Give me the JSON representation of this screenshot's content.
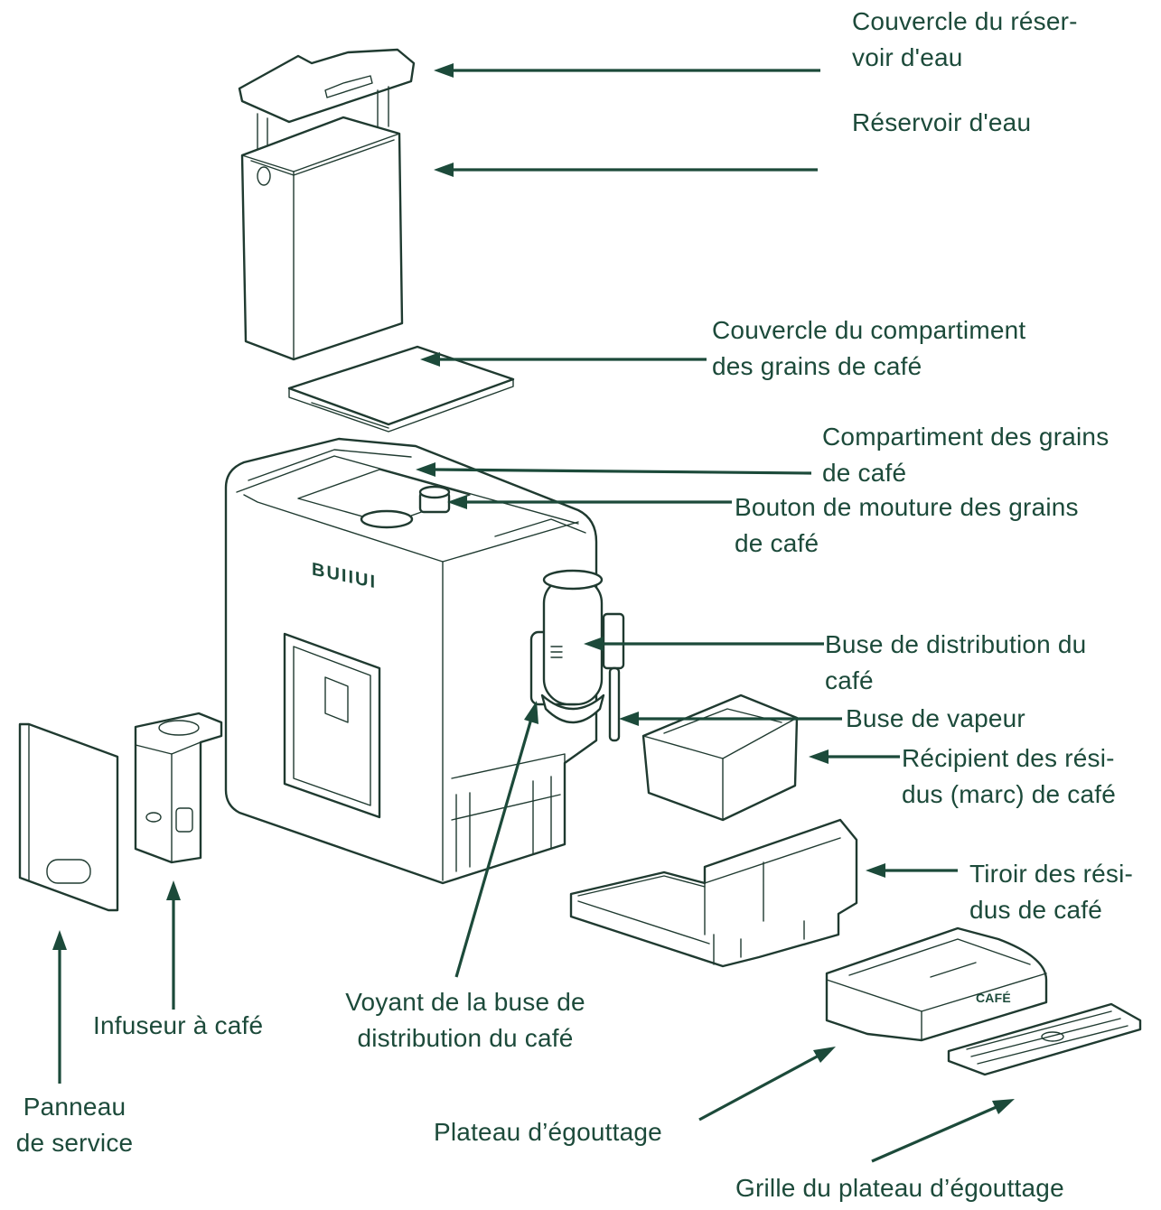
{
  "colors": {
    "text": "#1c4a3a",
    "lines": "#1f3a30",
    "background": "#ffffff"
  },
  "labels": {
    "lid_water_tank": [
      "Couvercle du réser-",
      "voir d'eau"
    ],
    "water_tank": [
      "Réservoir d'eau"
    ],
    "bean_lid": [
      "Couvercle du compartiment",
      "des grains de café"
    ],
    "bean_compartment": [
      "Compartiment des grains",
      "de café"
    ],
    "grind_knob": [
      "Bouton de mouture des grains",
      "de café"
    ],
    "coffee_spout": [
      "Buse de distribution du",
      "café"
    ],
    "steam_wand": [
      "Buse de vapeur"
    ],
    "grounds_container": [
      "Récipient des rési-",
      "dus (marc) de café"
    ],
    "grounds_drawer": [
      "Tiroir des rési-",
      "dus de café"
    ],
    "spout_light": [
      "Voyant de la buse de",
      "distribution du café"
    ],
    "brewer": [
      "Infuseur à café"
    ],
    "service_panel": [
      "Panneau",
      "de service"
    ],
    "drip_tray": [
      "Plateau d’égouttage"
    ],
    "drip_grid": [
      "Grille du plateau d’égouttage"
    ]
  },
  "machine": {
    "logo_text": "BUIIUI",
    "tray_brand": "CAFÉ"
  }
}
